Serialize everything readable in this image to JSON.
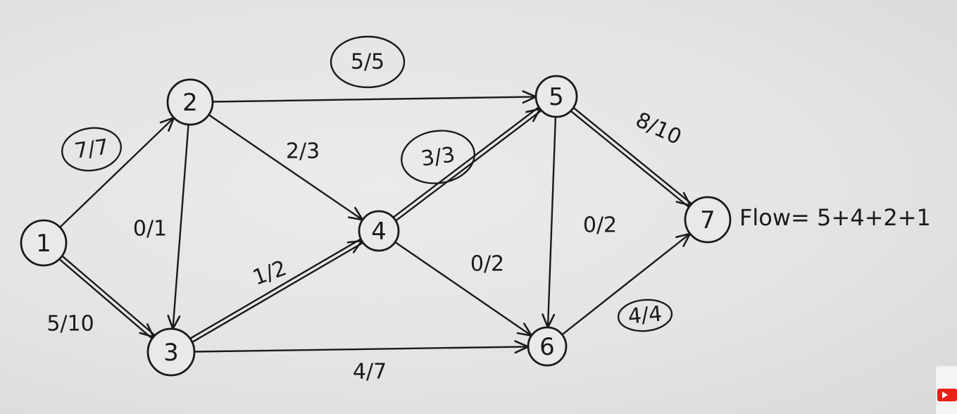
{
  "nodes": [
    {
      "id": "1",
      "label": "1"
    },
    {
      "id": "2",
      "label": "2"
    },
    {
      "id": "3",
      "label": "3"
    },
    {
      "id": "4",
      "label": "4"
    },
    {
      "id": "5",
      "label": "5"
    },
    {
      "id": "6",
      "label": "6"
    },
    {
      "id": "7",
      "label": "7"
    }
  ],
  "edges": [
    {
      "from": "1",
      "to": "2",
      "label": "7/7",
      "circled": true
    },
    {
      "from": "1",
      "to": "3",
      "label": "5/10",
      "circled": false
    },
    {
      "from": "2",
      "to": "3",
      "label": "0/1",
      "circled": false
    },
    {
      "from": "2",
      "to": "4",
      "label": "2/3",
      "circled": false
    },
    {
      "from": "2",
      "to": "5",
      "label": "5/5",
      "circled": true
    },
    {
      "from": "3",
      "to": "4",
      "label": "1/2",
      "circled": false
    },
    {
      "from": "3",
      "to": "6",
      "label": "4/7",
      "circled": false
    },
    {
      "from": "4",
      "to": "5",
      "label": "3/3",
      "circled": true
    },
    {
      "from": "4",
      "to": "6",
      "label": "0/2",
      "circled": false
    },
    {
      "from": "5",
      "to": "6",
      "label": "0/2",
      "circled": false
    },
    {
      "from": "5",
      "to": "7",
      "label": "8/10",
      "circled": false
    },
    {
      "from": "6",
      "to": "7",
      "label": "4/4",
      "circled": true
    }
  ],
  "flow_note": "Flow= 5+4+2+1",
  "watermark": {
    "icon": "youtube-icon",
    "color": "#e62117"
  }
}
